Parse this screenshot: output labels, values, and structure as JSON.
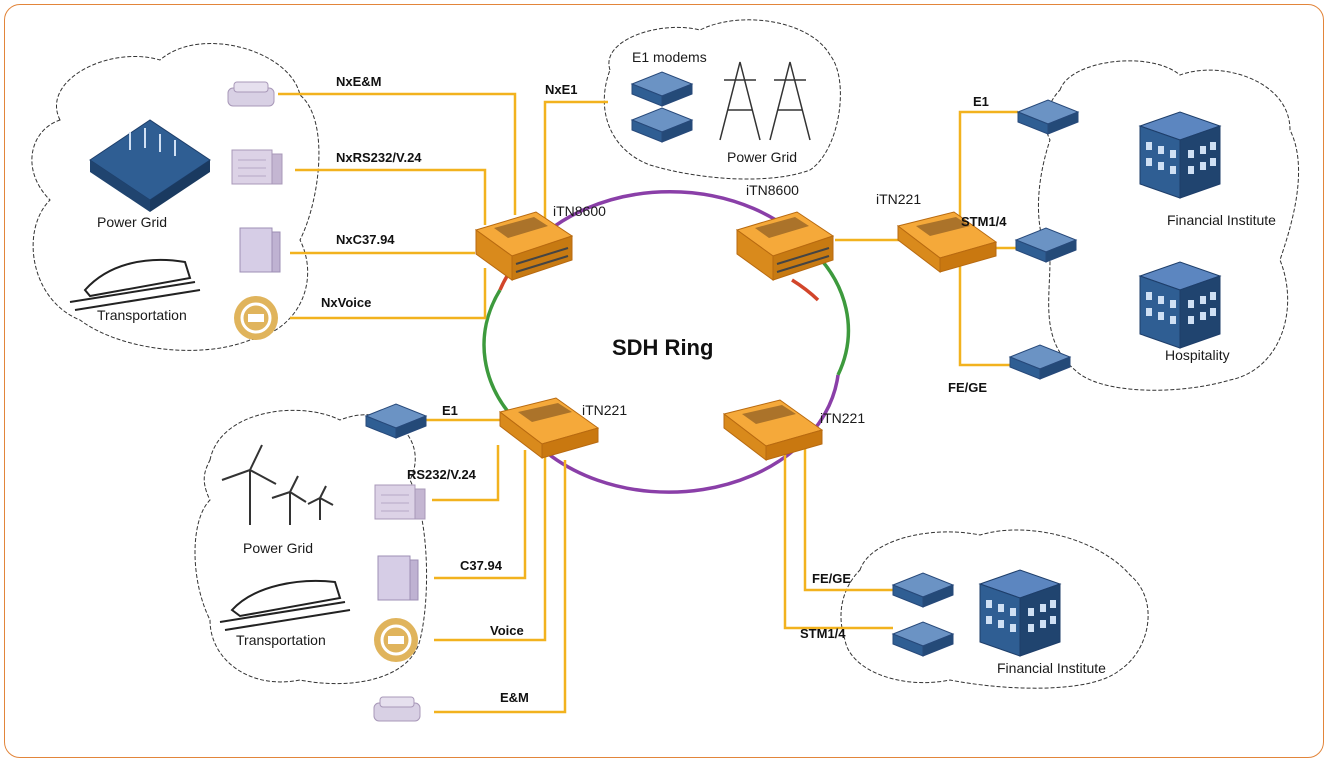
{
  "ring": {
    "label": "SDH Ring"
  },
  "nodes": {
    "top_left": "iTN8600",
    "top_right": "iTN8600",
    "bottom_left": "iTN221",
    "bottom_right": "iTN221",
    "remote_top_right": "iTN221"
  },
  "links": {
    "nxem": "NxE&M",
    "nxrs232": "NxRS232/V.24",
    "nxc3794": "NxC37.94",
    "nxvoice": "NxVoice",
    "nxe1": "NxE1",
    "e1_tr": "E1",
    "stm_tr": "STM1/4",
    "fege_tr": "FE/GE",
    "e1_bl": "E1",
    "rs232_bl": "RS232/V.24",
    "c3794_bl": "C37.94",
    "voice_bl": "Voice",
    "em_bl": "E&M",
    "fege_br": "FE/GE",
    "stm_br": "STM1/4"
  },
  "clouds": {
    "top_left": {
      "line1": "Power Grid",
      "line2": "Transportation"
    },
    "top_center": {
      "title": "E1 modems",
      "line1": "Power Grid"
    },
    "right": {
      "line1": "Financial Institute",
      "line2": "Hospitality"
    },
    "bottom_left": {
      "line1": "Power Grid",
      "line2": "Transportation"
    },
    "bottom_right": {
      "line1": "Financial Institute"
    }
  },
  "colors": {
    "frame": "#e2853a",
    "link": "#f2b21e",
    "ring_purple": "#8a3fa8",
    "ring_green": "#3d9a3d",
    "ring_red": "#d2452a",
    "device_orange": "#f2a02e",
    "equipment_blue": "#2f5e93"
  }
}
